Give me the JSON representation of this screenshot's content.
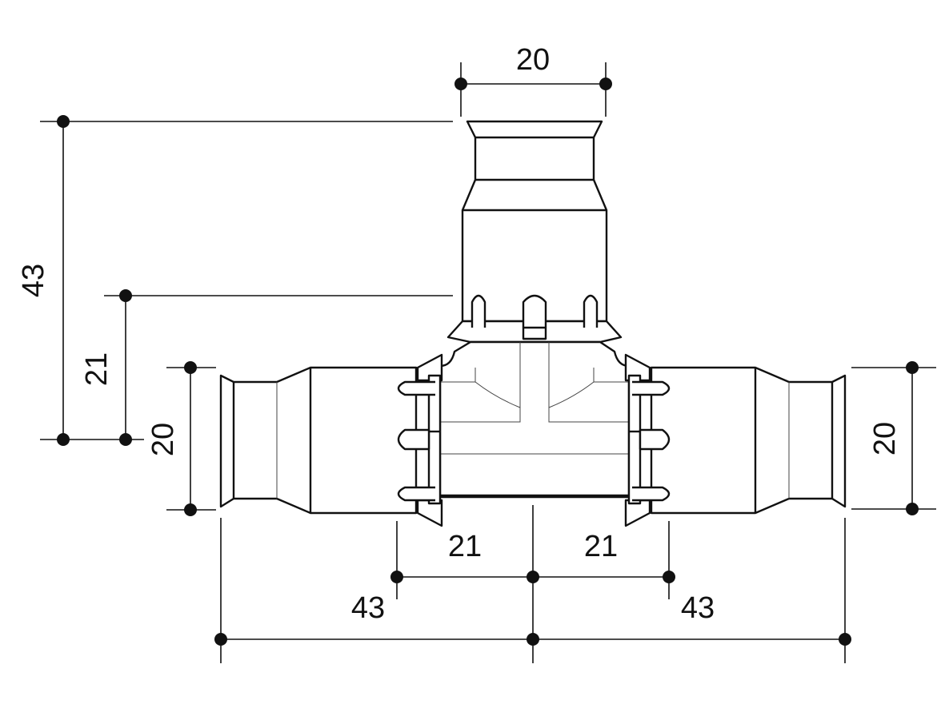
{
  "colors": {
    "line": "#111111",
    "background": "#ffffff"
  },
  "dimensions": {
    "top_width": "20",
    "left_overall_height": "43",
    "left_inner_height": "21",
    "left_port_diameter": "20",
    "right_port_diameter": "20",
    "bottom_left_inner": "21",
    "bottom_right_inner": "21",
    "bottom_left_overall": "43",
    "bottom_right_overall": "43"
  }
}
